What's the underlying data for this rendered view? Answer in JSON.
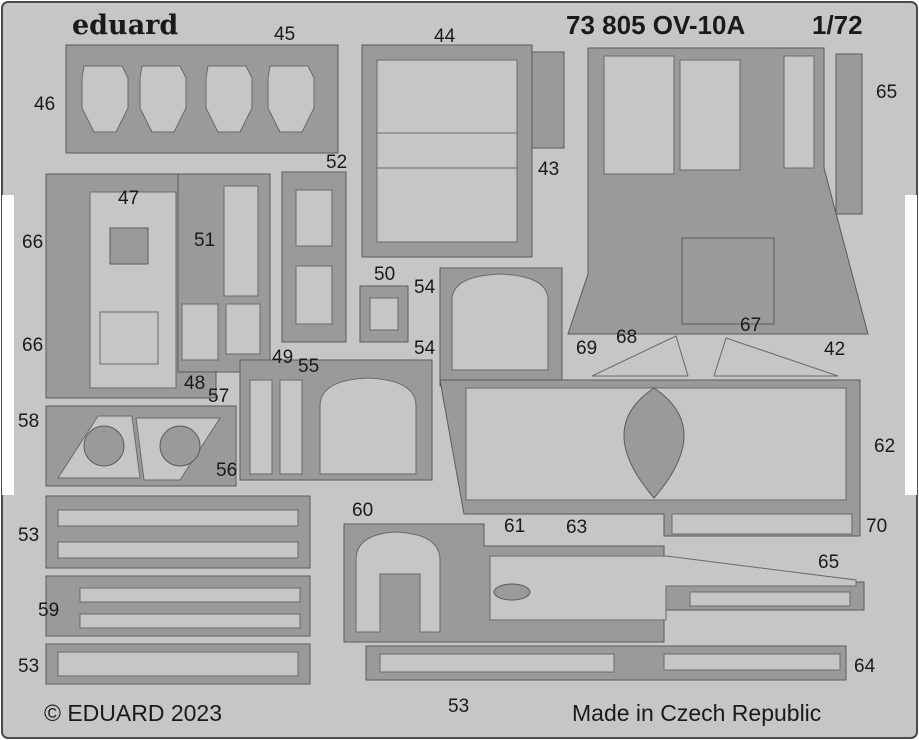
{
  "sheet": {
    "brand": "eduard",
    "title": "73 805 OV-10A",
    "scale": "1/72",
    "copyright": "© EDUARD 2023",
    "origin": "Made in Czech Republic",
    "colors": {
      "fret": "#c6c6c6",
      "part": "#9a9a9a",
      "line": "#5a5a5a",
      "text": "#1a1a1a"
    }
  },
  "labels": {
    "n45": "45",
    "n44": "44",
    "n65a": "65",
    "n46": "46",
    "n43": "43",
    "n52": "52",
    "n47": "47",
    "n66a": "66",
    "n51": "51",
    "n50": "50",
    "n54a": "54",
    "n67": "67",
    "n69": "69",
    "n68": "68",
    "n42": "42",
    "n66b": "66",
    "n54b": "54",
    "n49": "49",
    "n55": "55",
    "n48": "48",
    "n57": "57",
    "n58": "58",
    "n62": "62",
    "n56": "56",
    "n60": "60",
    "n61": "61",
    "n63": "63",
    "n70": "70",
    "n53a": "53",
    "n65b": "65",
    "n59": "59",
    "n53b": "53",
    "n64": "64",
    "n53c": "53"
  }
}
